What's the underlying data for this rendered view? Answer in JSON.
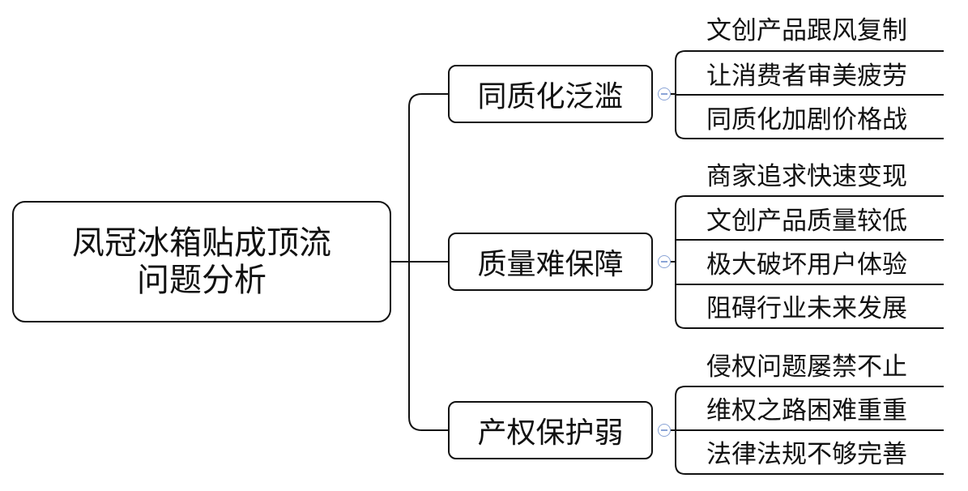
{
  "root": {
    "line1": "凤冠冰箱贴成顶流",
    "line2": "问题分析"
  },
  "branches": [
    {
      "label": "同质化泛滥",
      "items": [
        "文创产品跟风复制",
        "让消费者审美疲劳",
        "同质化加剧价格战"
      ]
    },
    {
      "label": "质量难保障",
      "items": [
        "商家追求快速变现",
        "文创产品质量较低",
        "极大破坏用户体验",
        "阻碍行业未来发展"
      ]
    },
    {
      "label": "产权保护弱",
      "items": [
        "侵权问题屡禁不止",
        "维权之路困难重重",
        "法律法规不够完善"
      ]
    }
  ]
}
